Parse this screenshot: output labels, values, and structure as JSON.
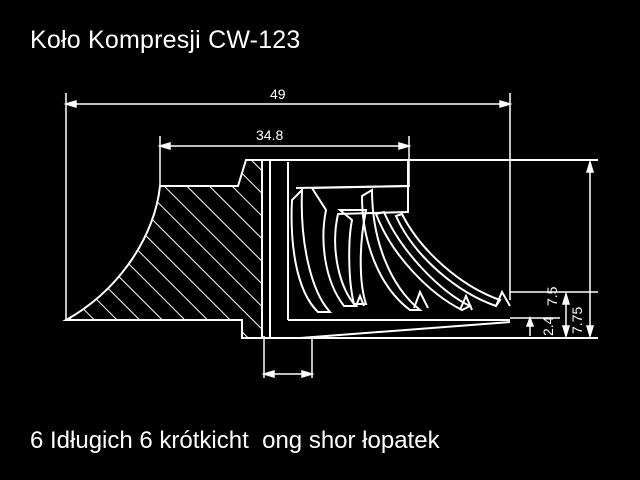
{
  "title": "Koło Kompresji CW-123",
  "footer": "6 Idługich 6 krótkicht  ong shor łopatek",
  "colors": {
    "background": "#000000",
    "line": "#ffffff"
  },
  "dimensions": {
    "overall_diameter": "49",
    "inducer_diameter": "34.8",
    "total_height": "7.75",
    "blade_height": "7.5",
    "hub_thickness": "2.4"
  }
}
